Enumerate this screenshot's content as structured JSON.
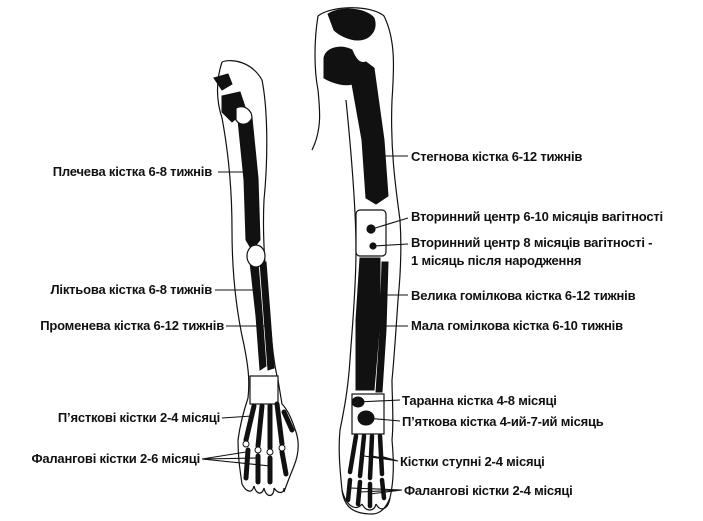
{
  "arm_labels": {
    "humerus": "Плечева кістка 6-8 тижнів",
    "ulna": "Ліктьова кістка 6-8 тижнів",
    "radius": "Променева кістка 6-12 тижнів",
    "metacarpals": "П’ясткові кістки 2-4 місяці",
    "hand_phalanges": "Фалангові кістки 2-6 місяці"
  },
  "leg_labels": {
    "femur": "Стегнова кістка 6-12 тижнів",
    "secondary_center_1": "Вторинний центр 6-10 місяців вагітності",
    "secondary_center_2_line1": "Вторинний центр 8 місяців вагітності -",
    "secondary_center_2_line2": "1 місяць після народження",
    "tibia": "Велика гомілкова кістка 6-12 тижнів",
    "fibula": "Мала гомілкова кістка 6-10 тижнів",
    "talus": "Таранна кістка 4-8 місяці",
    "calcaneus": "П’яткова кістка 4-ий-7-ий місяць",
    "foot_bones": "Кістки ступні  2-4 місяці",
    "foot_phalanges": "Фалангові кістки 2-4 місяці"
  }
}
